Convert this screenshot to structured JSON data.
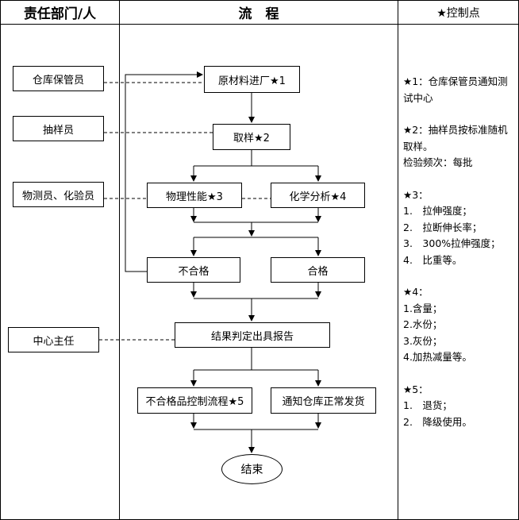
{
  "header": {
    "dept": "责任部门/人",
    "flow": "流　程",
    "control": "★控制点"
  },
  "roles": {
    "warehouse_keeper": "仓库保管员",
    "sampler": "抽样员",
    "testers": "物测员、化验员",
    "center_director": "中心主任"
  },
  "flow": {
    "raw_material": "原材料进厂★1",
    "sampling": "取样★2",
    "physical": "物理性能★3",
    "chemical": "化学分析★4",
    "fail": "不合格",
    "pass": "合格",
    "report": "结果判定出具报告",
    "nonconforming": "不合格品控制流程★5",
    "notify_ship": "通知仓库正常发货",
    "end": "结束"
  },
  "controls": [
    {
      "lines": [
        "★1：仓库保管员通知测试中心"
      ]
    },
    {
      "lines": [
        "★2：抽样员按标准随机取样。",
        "检验频次：每批"
      ]
    },
    {
      "lines": [
        "★3：",
        "1.　拉伸强度；",
        "2.　拉断伸长率；",
        "3.　300%拉伸强度；",
        "4.　比重等。"
      ]
    },
    {
      "lines": [
        "★4：",
        "1.含量；",
        "2.水份；",
        "3.灰份；",
        "4.加热减量等。"
      ]
    },
    {
      "lines": [
        "★5：",
        "1.　退货；",
        "2.　降级使用。"
      ]
    }
  ]
}
